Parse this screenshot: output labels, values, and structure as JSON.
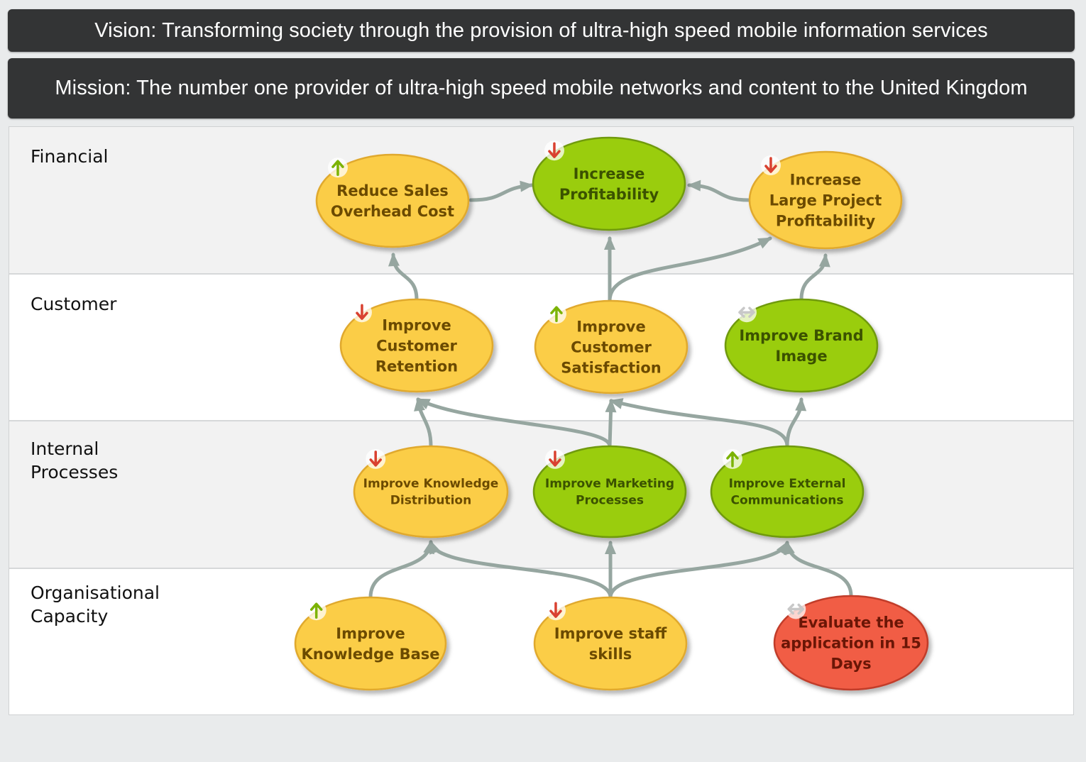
{
  "vision": "Vision: Transforming society through the provision of ultra-high speed mobile information services",
  "mission": "Mission: The number one provider of ultra-high speed mobile networks and content to the United Kingdom",
  "perspectives": [
    {
      "id": "financial",
      "label": "Financial"
    },
    {
      "id": "customer",
      "label": "Customer"
    },
    {
      "id": "internal",
      "label": "Internal Processes"
    },
    {
      "id": "capacity",
      "label": "Organisational Capacity"
    }
  ],
  "colors": {
    "yellow": "#fbcd46",
    "green": "#9acd0c",
    "red": "#f15d45",
    "arrow": "#96a6a0",
    "trend_up": "#7cb305",
    "trend_down": "#d94130",
    "trend_flat": "#c8c8c8"
  },
  "objectives": [
    {
      "id": "reduce-sales-overhead",
      "lines": [
        "Reduce Sales",
        "Overhead Cost"
      ],
      "status": "yellow",
      "trend": "up",
      "perspective": "financial"
    },
    {
      "id": "increase-profitability",
      "lines": [
        "Increase",
        "Profitability"
      ],
      "status": "green",
      "trend": "down",
      "perspective": "financial"
    },
    {
      "id": "increase-large-project-profitability",
      "lines": [
        "Increase",
        "Large Project",
        "Profitability"
      ],
      "status": "yellow",
      "trend": "down",
      "perspective": "financial"
    },
    {
      "id": "improve-customer-retention",
      "lines": [
        "Improve",
        "Customer",
        "Retention"
      ],
      "status": "yellow",
      "trend": "down",
      "perspective": "customer"
    },
    {
      "id": "improve-customer-satisfaction",
      "lines": [
        "Improve",
        "Customer",
        "Satisfaction"
      ],
      "status": "yellow",
      "trend": "up",
      "perspective": "customer"
    },
    {
      "id": "improve-brand-image",
      "lines": [
        "Improve Brand",
        "Image"
      ],
      "status": "green",
      "trend": "flat",
      "perspective": "customer"
    },
    {
      "id": "improve-knowledge-distribution",
      "lines": [
        "Improve Knowledge",
        "Distribution"
      ],
      "status": "yellow",
      "trend": "down",
      "perspective": "internal"
    },
    {
      "id": "improve-marketing-processes",
      "lines": [
        "Improve Marketing",
        "Processes"
      ],
      "status": "green",
      "trend": "down",
      "perspective": "internal"
    },
    {
      "id": "improve-external-communications",
      "lines": [
        "Improve External",
        "Communications"
      ],
      "status": "green",
      "trend": "up",
      "perspective": "internal"
    },
    {
      "id": "improve-knowledge-base",
      "lines": [
        "Improve",
        "Knowledge Base"
      ],
      "status": "yellow",
      "trend": "up",
      "perspective": "capacity"
    },
    {
      "id": "improve-staff-skills",
      "lines": [
        "Improve staff",
        "skills"
      ],
      "status": "yellow",
      "trend": "down",
      "perspective": "capacity"
    },
    {
      "id": "evaluate-application",
      "lines": [
        "Evaluate the",
        "application in 15",
        "Days"
      ],
      "status": "red",
      "trend": "flat",
      "perspective": "capacity"
    }
  ],
  "links": [
    {
      "from": "reduce-sales-overhead",
      "to": "increase-profitability"
    },
    {
      "from": "increase-large-project-profitability",
      "to": "increase-profitability"
    },
    {
      "from": "improve-customer-retention",
      "to": "reduce-sales-overhead"
    },
    {
      "from": "improve-customer-satisfaction",
      "to": "increase-profitability"
    },
    {
      "from": "improve-customer-satisfaction",
      "to": "increase-large-project-profitability"
    },
    {
      "from": "improve-brand-image",
      "to": "increase-large-project-profitability"
    },
    {
      "from": "improve-knowledge-distribution",
      "to": "improve-customer-retention"
    },
    {
      "from": "improve-marketing-processes",
      "to": "improve-customer-retention"
    },
    {
      "from": "improve-marketing-processes",
      "to": "improve-customer-satisfaction"
    },
    {
      "from": "improve-external-communications",
      "to": "improve-customer-satisfaction"
    },
    {
      "from": "improve-external-communications",
      "to": "improve-brand-image"
    },
    {
      "from": "improve-knowledge-base",
      "to": "improve-knowledge-distribution"
    },
    {
      "from": "improve-staff-skills",
      "to": "improve-knowledge-distribution"
    },
    {
      "from": "improve-staff-skills",
      "to": "improve-marketing-processes"
    },
    {
      "from": "improve-staff-skills",
      "to": "improve-external-communications"
    },
    {
      "from": "evaluate-application",
      "to": "improve-external-communications"
    }
  ]
}
